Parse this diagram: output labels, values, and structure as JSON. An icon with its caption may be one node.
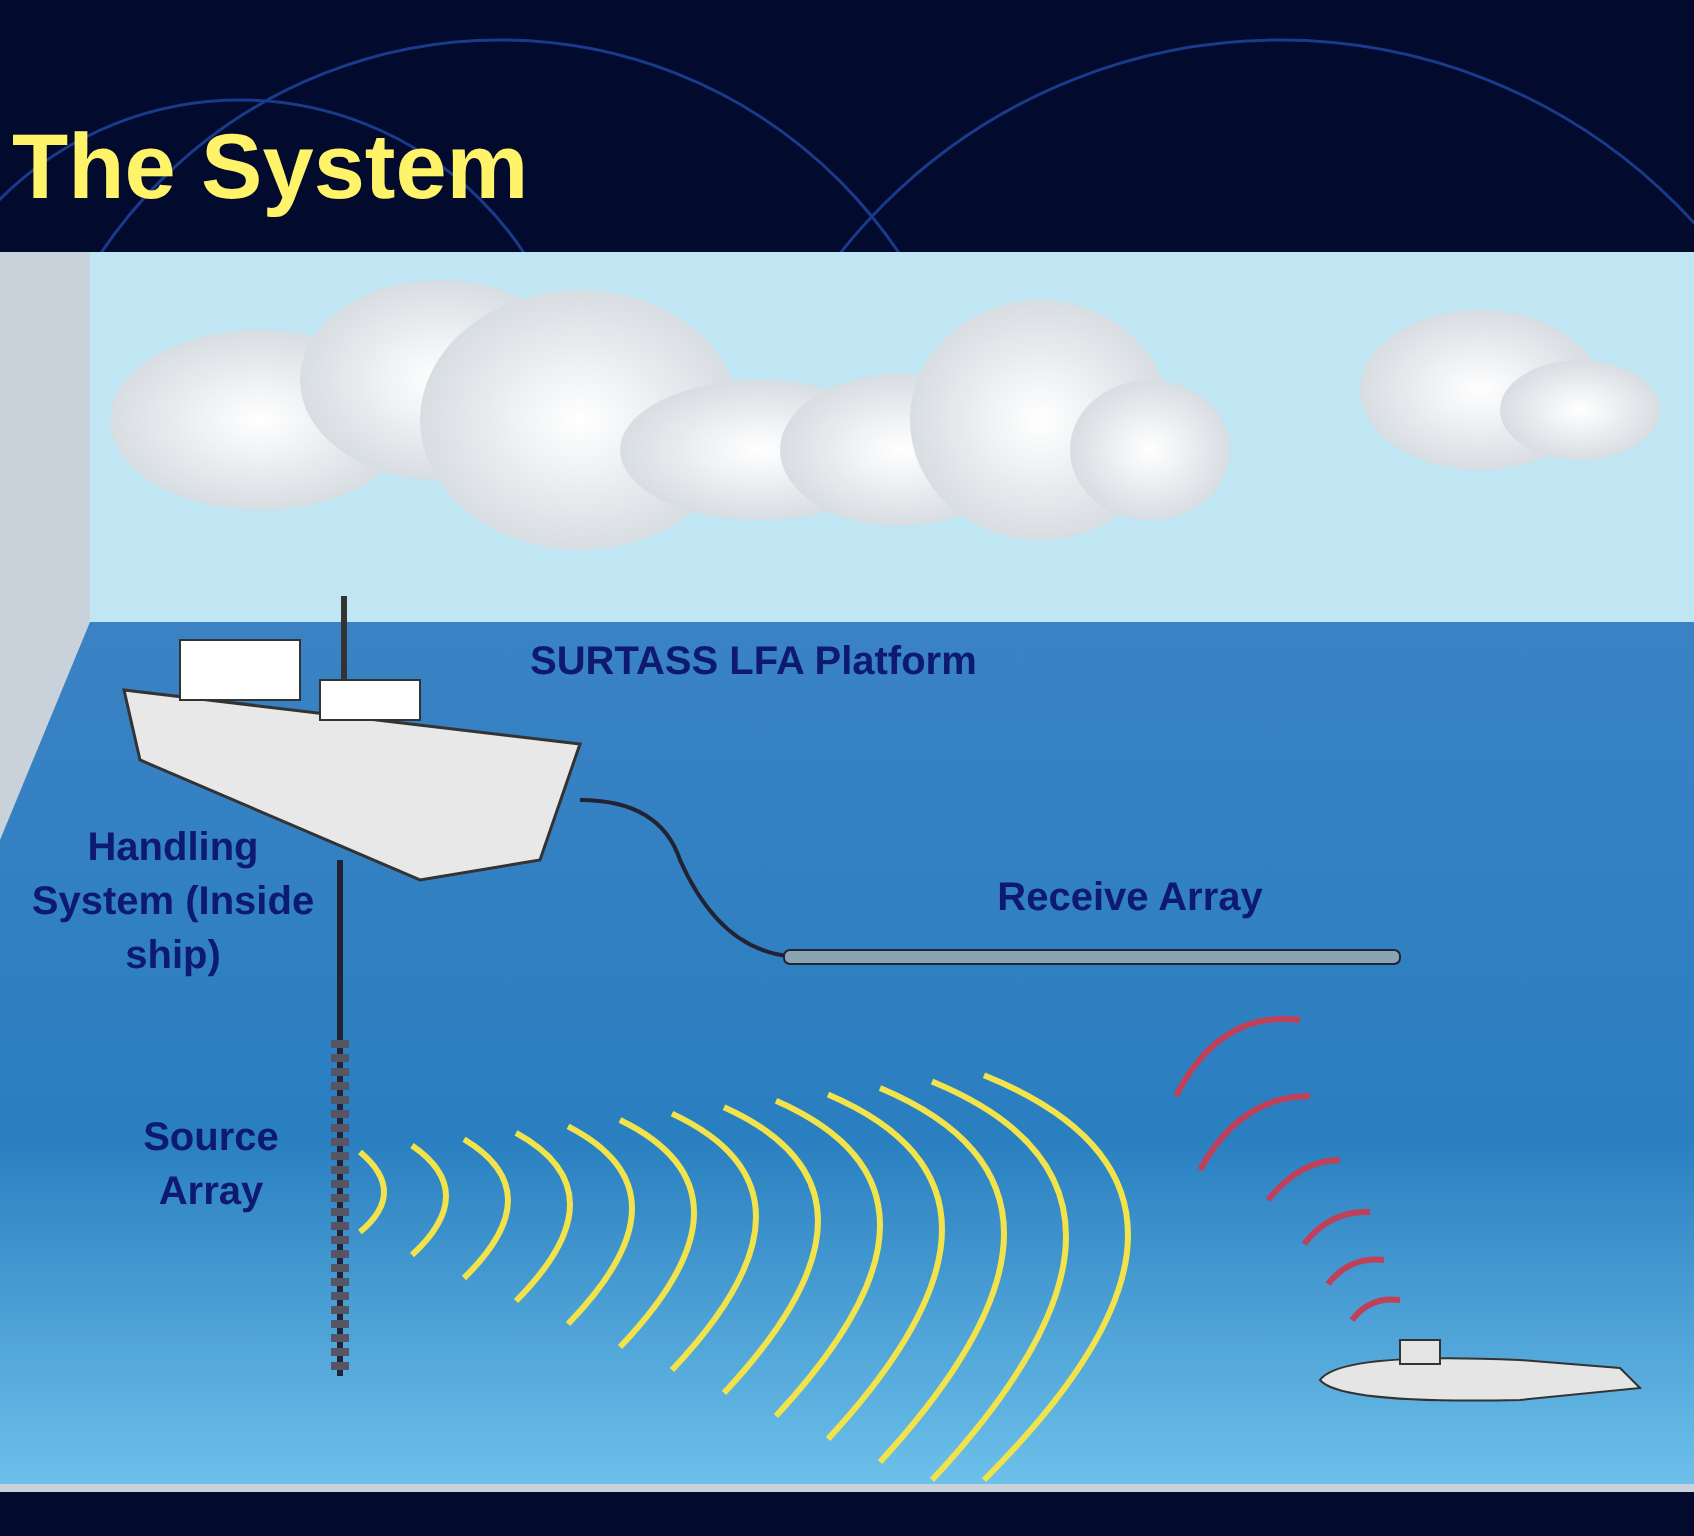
{
  "diagram": {
    "title": "The System",
    "labels": [
      "SURTASS LFA Platform",
      "Handling System (Inside ship)",
      "Receive Array",
      "Source Array"
    ]
  }
}
